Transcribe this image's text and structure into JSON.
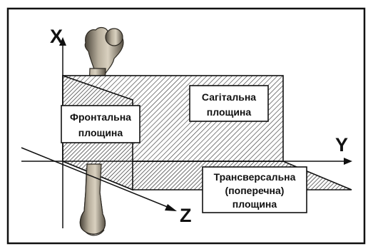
{
  "axes": {
    "x": "X",
    "y": "Y",
    "z": "Z"
  },
  "planes": {
    "frontal": [
      "Фронтальна",
      "площина"
    ],
    "sagittal": [
      "Сагітальна",
      "площина"
    ],
    "transverse": [
      "Трансверсальна",
      "(поперечна)",
      "площина"
    ]
  },
  "colors": {
    "stroke": "#111111",
    "hatch": "#444444",
    "label_bg": "#ffffff",
    "bone": "#8a7f6e"
  },
  "image": {
    "bone_icon": "femur-bone-icon"
  }
}
